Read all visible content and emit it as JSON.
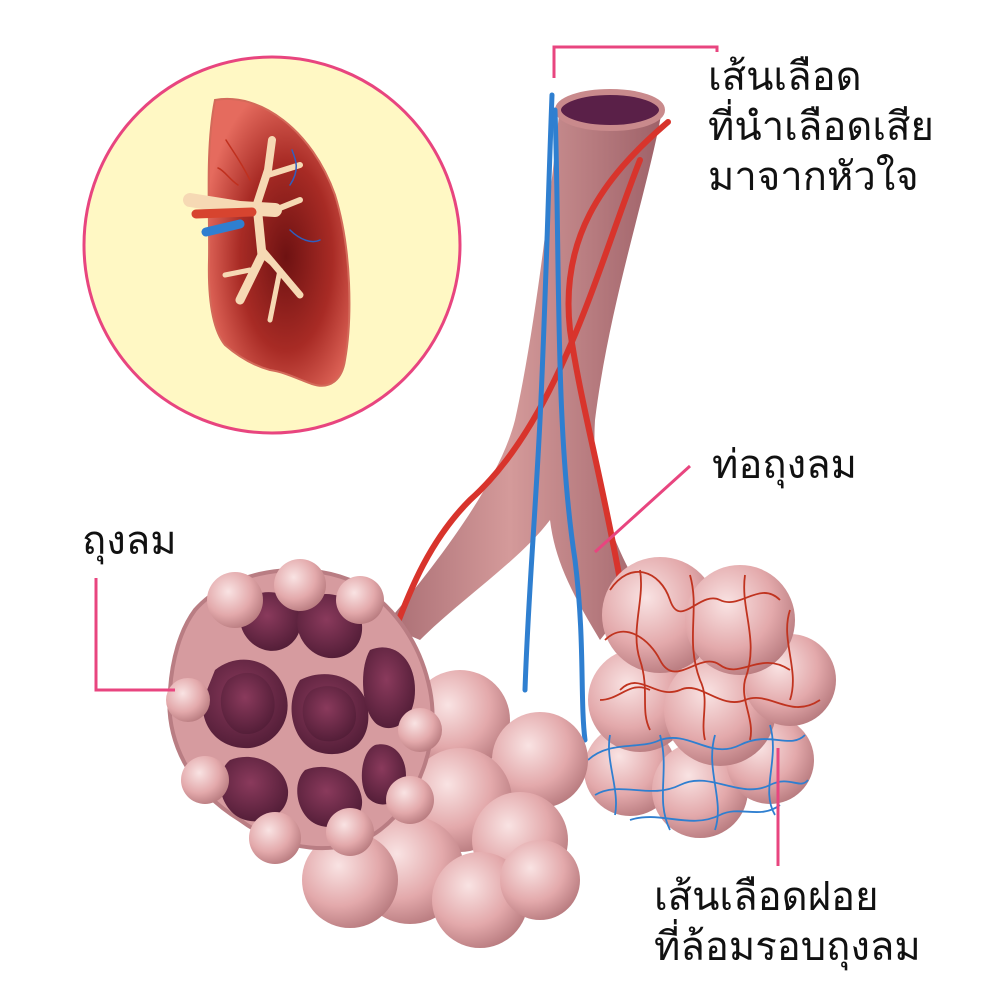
{
  "labels": {
    "vessel_from_heart": [
      "เส้นเลือด",
      "ที่นำเลือดเสีย",
      "มาจากหัวใจ"
    ],
    "alveolar_duct": "ท่อถุงลม",
    "alveoli": "ถุงลม",
    "capillaries": [
      "เส้นเลือดฝอย",
      "ที่ล้อมรอบถุงลม"
    ]
  },
  "colors": {
    "leader_line": "#e8457f",
    "artery": "#d8342c",
    "vein": "#2f7fd0",
    "tissue": "#c98a8c",
    "inset_bg": "#fff8c4",
    "lung": "#c8423c"
  }
}
